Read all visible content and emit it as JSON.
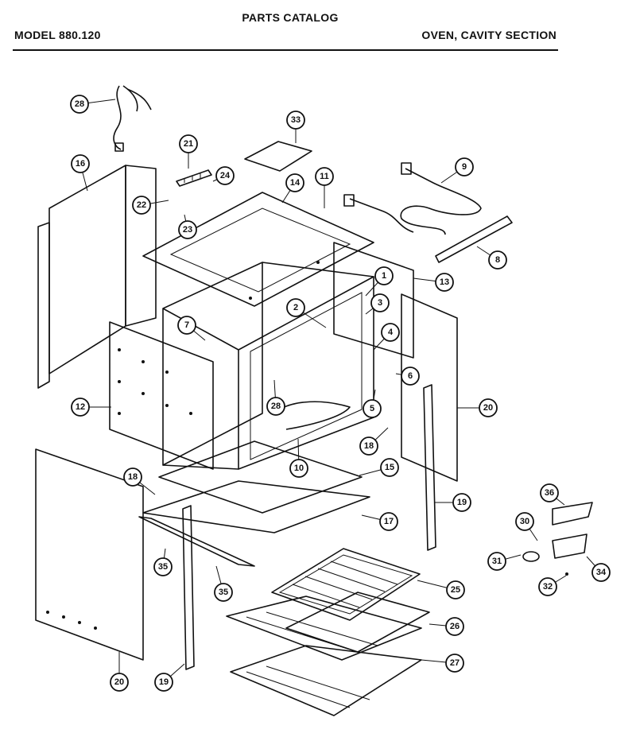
{
  "header": {
    "catalog_title": "PARTS CATALOG",
    "model": "MODEL 880.120",
    "section": "OVEN, CAVITY SECTION"
  },
  "callouts": [
    {
      "id": "c1",
      "label": "1"
    },
    {
      "id": "c2",
      "label": "2"
    },
    {
      "id": "c3",
      "label": "3"
    },
    {
      "id": "c4",
      "label": "4"
    },
    {
      "id": "c5",
      "label": "5"
    },
    {
      "id": "c6",
      "label": "6"
    },
    {
      "id": "c7",
      "label": "7"
    },
    {
      "id": "c8",
      "label": "8"
    },
    {
      "id": "c9",
      "label": "9"
    },
    {
      "id": "c10",
      "label": "10"
    },
    {
      "id": "c11",
      "label": "11"
    },
    {
      "id": "c12",
      "label": "12"
    },
    {
      "id": "c13",
      "label": "13"
    },
    {
      "id": "c14",
      "label": "14"
    },
    {
      "id": "c15",
      "label": "15"
    },
    {
      "id": "c16",
      "label": "16"
    },
    {
      "id": "c17",
      "label": "17"
    },
    {
      "id": "c18a",
      "label": "18"
    },
    {
      "id": "c18b",
      "label": "18"
    },
    {
      "id": "c19a",
      "label": "19"
    },
    {
      "id": "c19b",
      "label": "19"
    },
    {
      "id": "c20a",
      "label": "20"
    },
    {
      "id": "c20b",
      "label": "20"
    },
    {
      "id": "c21",
      "label": "21"
    },
    {
      "id": "c22",
      "label": "22"
    },
    {
      "id": "c23",
      "label": "23"
    },
    {
      "id": "c24",
      "label": "24"
    },
    {
      "id": "c25",
      "label": "25"
    },
    {
      "id": "c26",
      "label": "26"
    },
    {
      "id": "c27",
      "label": "27"
    },
    {
      "id": "c28a",
      "label": "28"
    },
    {
      "id": "c28b",
      "label": "28"
    },
    {
      "id": "c30",
      "label": "30"
    },
    {
      "id": "c31",
      "label": "31"
    },
    {
      "id": "c32",
      "label": "32"
    },
    {
      "id": "c33",
      "label": "33"
    },
    {
      "id": "c34",
      "label": "34"
    },
    {
      "id": "c35a",
      "label": "35"
    },
    {
      "id": "c35b",
      "label": "35"
    },
    {
      "id": "c36",
      "label": "36"
    }
  ]
}
